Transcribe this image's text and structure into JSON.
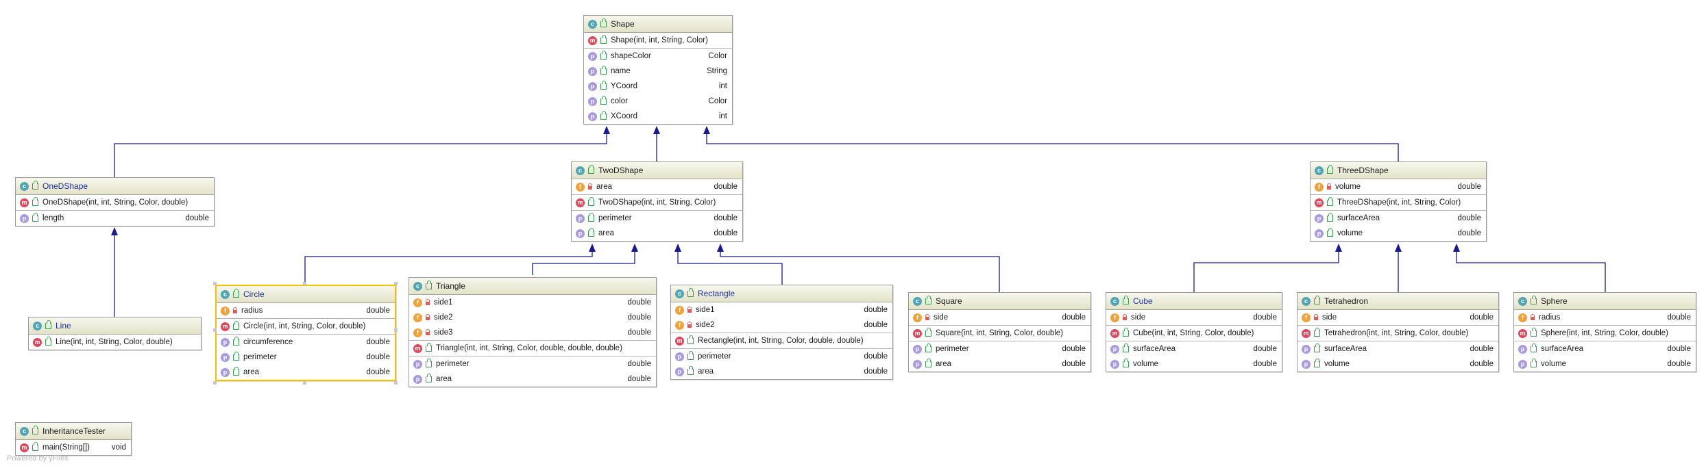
{
  "classes": {
    "Shape": {
      "name": "Shape",
      "link": false,
      "sections": [
        [
          {
            "icon": "m",
            "vis": "pub",
            "name": "Shape(int, int, String, Color)",
            "type": ""
          }
        ],
        [
          {
            "icon": "p",
            "vis": "pub",
            "name": "shapeColor",
            "type": "Color"
          },
          {
            "icon": "p",
            "vis": "pub",
            "name": "name",
            "type": "String"
          },
          {
            "icon": "p",
            "vis": "pub",
            "name": "YCoord",
            "type": "int"
          },
          {
            "icon": "p",
            "vis": "pub",
            "name": "color",
            "type": "Color"
          },
          {
            "icon": "p",
            "vis": "pub",
            "name": "XCoord",
            "type": "int"
          }
        ]
      ]
    },
    "OneDShape": {
      "name": "OneDShape",
      "link": true,
      "sections": [
        [
          {
            "icon": "m",
            "vis": "pub",
            "name": "OneDShape(int, int, String, Color, double)",
            "type": ""
          }
        ],
        [
          {
            "icon": "p",
            "vis": "pub",
            "name": "length",
            "type": "double"
          }
        ]
      ]
    },
    "TwoDShape": {
      "name": "TwoDShape",
      "link": false,
      "sections": [
        [
          {
            "icon": "f",
            "vis": "priv",
            "name": "area",
            "type": "double"
          }
        ],
        [
          {
            "icon": "m",
            "vis": "pub",
            "name": "TwoDShape(int, int, String, Color)",
            "type": ""
          }
        ],
        [
          {
            "icon": "p",
            "vis": "pub",
            "name": "perimeter",
            "type": "double"
          },
          {
            "icon": "p",
            "vis": "pub",
            "name": "area",
            "type": "double"
          }
        ]
      ]
    },
    "ThreeDShape": {
      "name": "ThreeDShape",
      "link": false,
      "sections": [
        [
          {
            "icon": "f",
            "vis": "priv",
            "name": "volume",
            "type": "double"
          }
        ],
        [
          {
            "icon": "m",
            "vis": "pub",
            "name": "ThreeDShape(int, int, String, Color)",
            "type": ""
          }
        ],
        [
          {
            "icon": "p",
            "vis": "pub",
            "name": "surfaceArea",
            "type": "double"
          },
          {
            "icon": "p",
            "vis": "pub",
            "name": "volume",
            "type": "double"
          }
        ]
      ]
    },
    "Line": {
      "name": "Line",
      "link": true,
      "sections": [
        [
          {
            "icon": "m",
            "vis": "pub",
            "name": "Line(int, int, String, Color, double)",
            "type": ""
          }
        ]
      ]
    },
    "Circle": {
      "name": "Circle",
      "link": true,
      "sections": [
        [
          {
            "icon": "f",
            "vis": "priv",
            "name": "radius",
            "type": "double"
          }
        ],
        [
          {
            "icon": "m",
            "vis": "pub",
            "name": "Circle(int, int, String, Color, double)",
            "type": ""
          }
        ],
        [
          {
            "icon": "p",
            "vis": "pub",
            "name": "circumference",
            "type": "double"
          },
          {
            "icon": "p",
            "vis": "pub",
            "name": "perimeter",
            "type": "double"
          },
          {
            "icon": "p",
            "vis": "pub",
            "name": "area",
            "type": "double"
          }
        ]
      ]
    },
    "Triangle": {
      "name": "Triangle",
      "link": false,
      "sections": [
        [
          {
            "icon": "f",
            "vis": "priv",
            "name": "side1",
            "type": "double"
          },
          {
            "icon": "f",
            "vis": "priv",
            "name": "side2",
            "type": "double"
          },
          {
            "icon": "f",
            "vis": "priv",
            "name": "side3",
            "type": "double"
          }
        ],
        [
          {
            "icon": "m",
            "vis": "pub",
            "name": "Triangle(int, int, String, Color, double, double, double)",
            "type": ""
          }
        ],
        [
          {
            "icon": "p",
            "vis": "pub",
            "name": "perimeter",
            "type": "double"
          },
          {
            "icon": "p",
            "vis": "pub",
            "name": "area",
            "type": "double"
          }
        ]
      ]
    },
    "Rectangle": {
      "name": "Rectangle",
      "link": true,
      "sections": [
        [
          {
            "icon": "f",
            "vis": "priv",
            "name": "side1",
            "type": "double"
          },
          {
            "icon": "f",
            "vis": "priv",
            "name": "side2",
            "type": "double"
          }
        ],
        [
          {
            "icon": "m",
            "vis": "pub",
            "name": "Rectangle(int, int, String, Color, double, double)",
            "type": ""
          }
        ],
        [
          {
            "icon": "p",
            "vis": "pub",
            "name": "perimeter",
            "type": "double"
          },
          {
            "icon": "p",
            "vis": "pub",
            "name": "area",
            "type": "double"
          }
        ]
      ]
    },
    "Square": {
      "name": "Square",
      "link": false,
      "sections": [
        [
          {
            "icon": "f",
            "vis": "priv",
            "name": "side",
            "type": "double"
          }
        ],
        [
          {
            "icon": "m",
            "vis": "pub",
            "name": "Square(int, int, String, Color, double)",
            "type": ""
          }
        ],
        [
          {
            "icon": "p",
            "vis": "pub",
            "name": "perimeter",
            "type": "double"
          },
          {
            "icon": "p",
            "vis": "pub",
            "name": "area",
            "type": "double"
          }
        ]
      ]
    },
    "Cube": {
      "name": "Cube",
      "link": true,
      "sections": [
        [
          {
            "icon": "f",
            "vis": "priv",
            "name": "side",
            "type": "double"
          }
        ],
        [
          {
            "icon": "m",
            "vis": "pub",
            "name": "Cube(int, int, String, Color, double)",
            "type": ""
          }
        ],
        [
          {
            "icon": "p",
            "vis": "pub",
            "name": "surfaceArea",
            "type": "double"
          },
          {
            "icon": "p",
            "vis": "pub",
            "name": "volume",
            "type": "double"
          }
        ]
      ]
    },
    "Tetrahedron": {
      "name": "Tetrahedron",
      "link": false,
      "sections": [
        [
          {
            "icon": "f",
            "vis": "priv",
            "name": "side",
            "type": "double"
          }
        ],
        [
          {
            "icon": "m",
            "vis": "pub",
            "name": "Tetrahedron(int, int, String, Color, double)",
            "type": ""
          }
        ],
        [
          {
            "icon": "p",
            "vis": "pub",
            "name": "surfaceArea",
            "type": "double"
          },
          {
            "icon": "p",
            "vis": "pub",
            "name": "volume",
            "type": "double"
          }
        ]
      ]
    },
    "Sphere": {
      "name": "Sphere",
      "link": false,
      "sections": [
        [
          {
            "icon": "f",
            "vis": "priv",
            "name": "radius",
            "type": "double"
          }
        ],
        [
          {
            "icon": "m",
            "vis": "pub",
            "name": "Sphere(int, int, String, Color, double)",
            "type": ""
          }
        ],
        [
          {
            "icon": "p",
            "vis": "pub",
            "name": "surfaceArea",
            "type": "double"
          },
          {
            "icon": "p",
            "vis": "pub",
            "name": "volume",
            "type": "double"
          }
        ]
      ]
    },
    "InheritanceTester": {
      "name": "InheritanceTester",
      "link": false,
      "sections": [
        [
          {
            "icon": "m",
            "vis": "pub",
            "name": "main(String[])",
            "type": "void"
          }
        ]
      ]
    }
  },
  "colors": {
    "edge": "#1a1a8c",
    "selection": "#f2c200"
  },
  "watermark": "Powered by yFiles"
}
